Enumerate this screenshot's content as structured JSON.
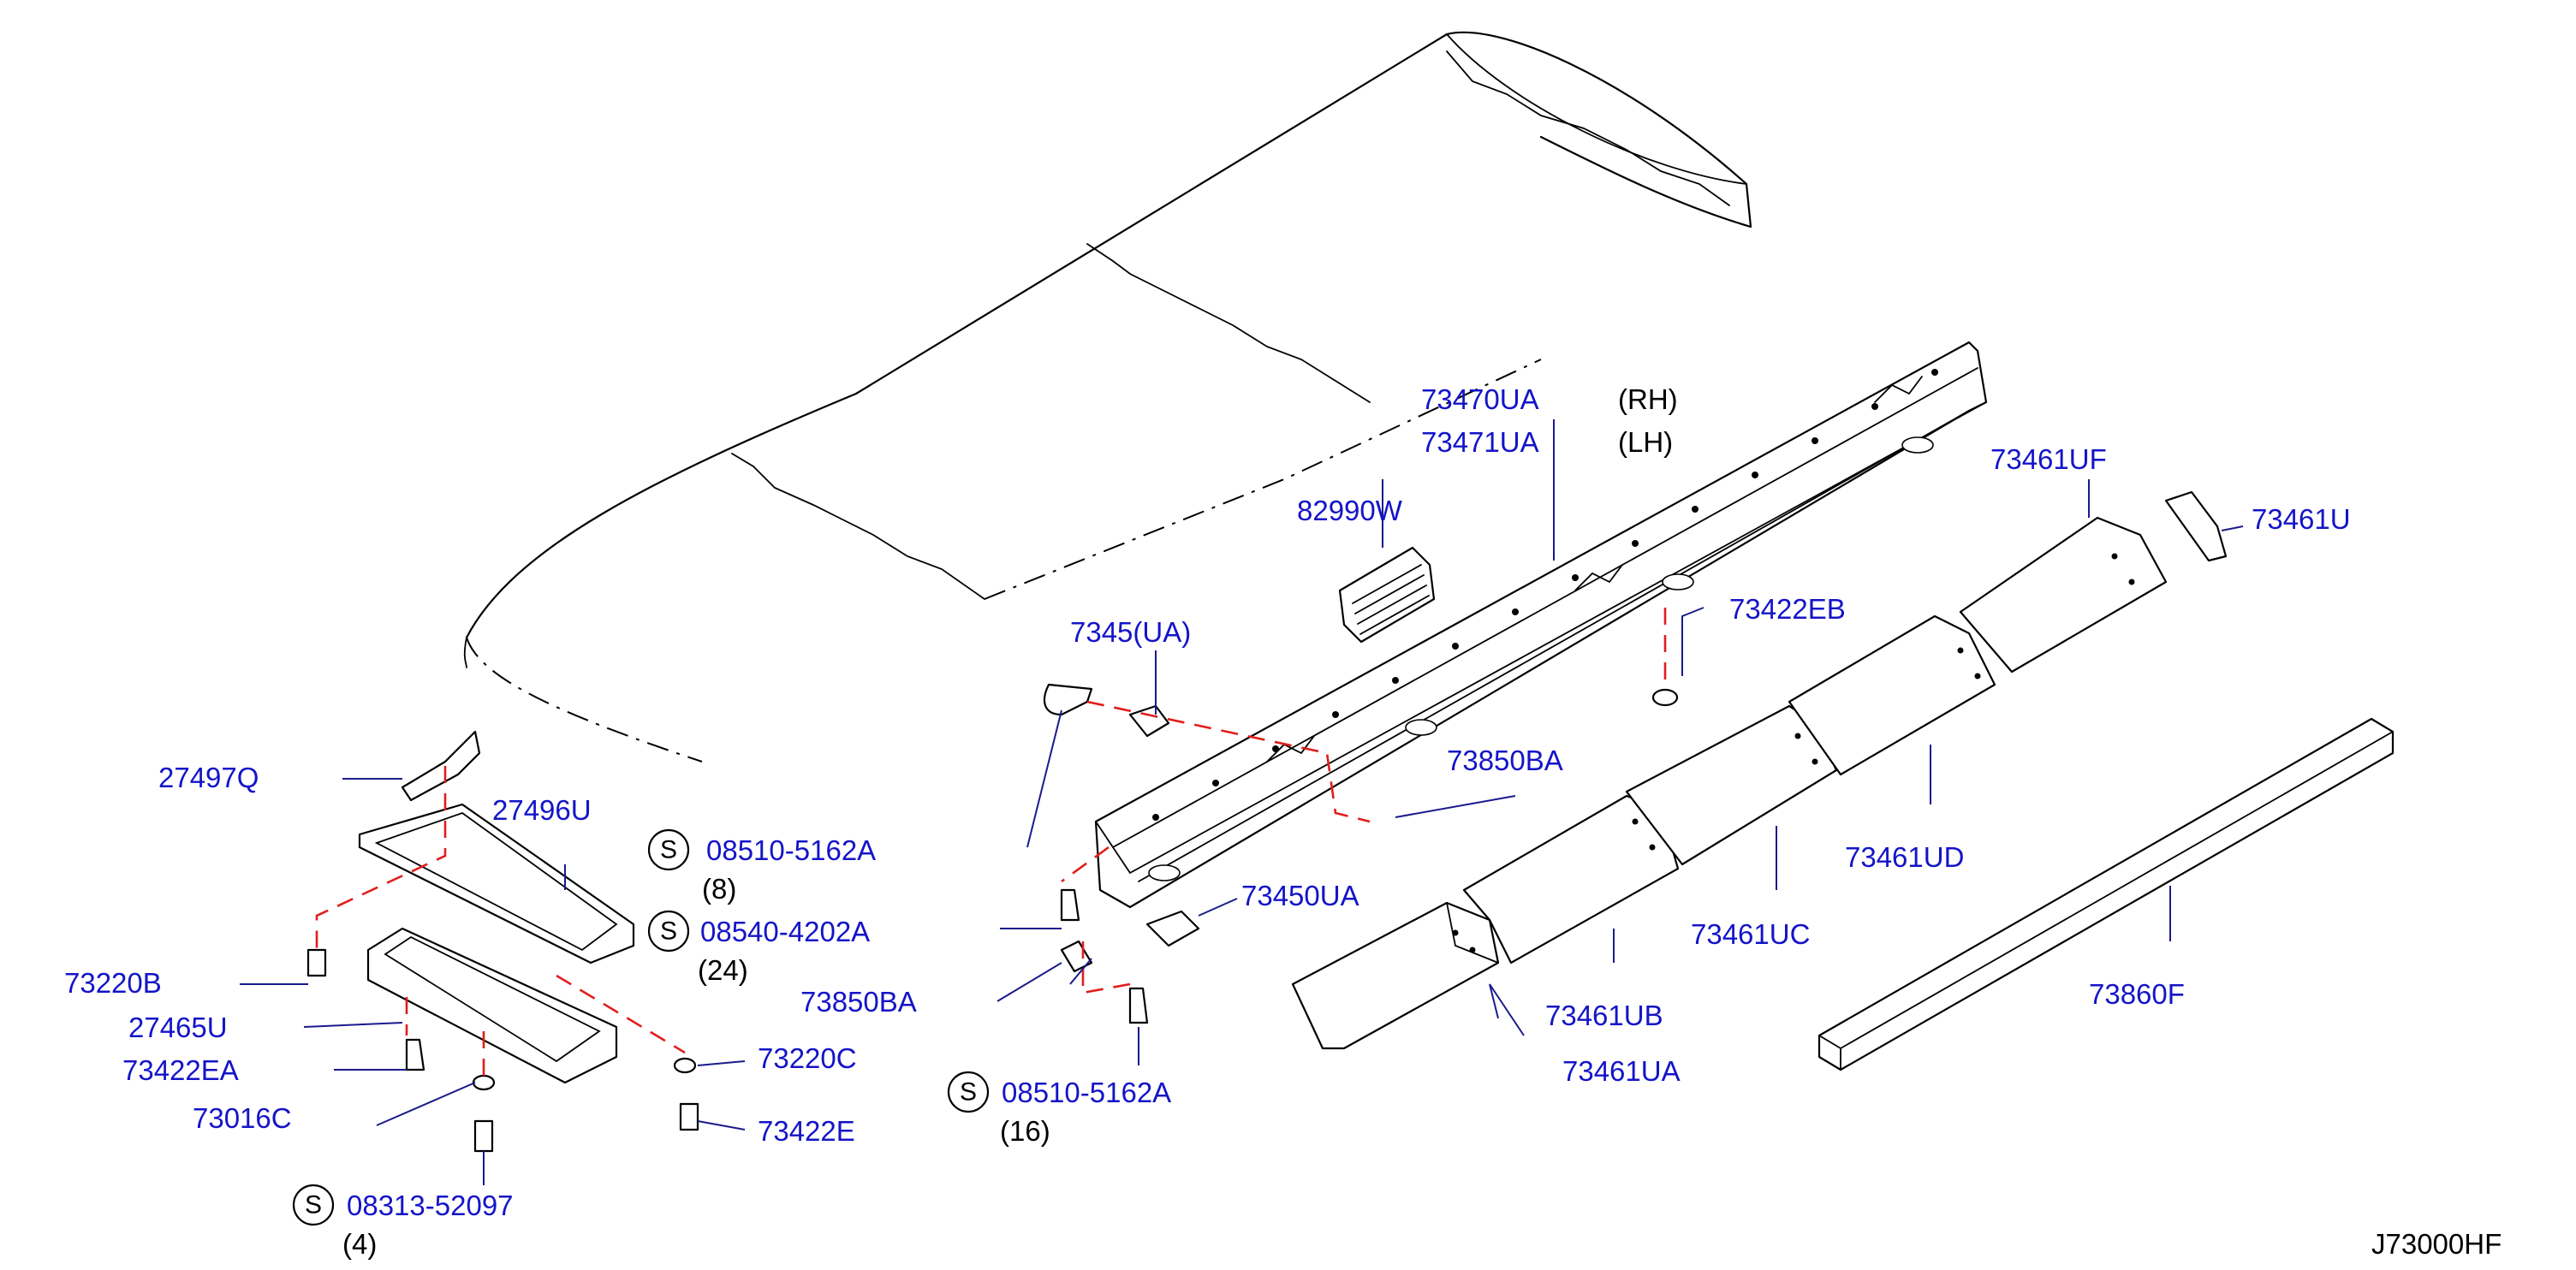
{
  "diagram_id": "J73000HF",
  "colors": {
    "label": "#1414c8",
    "leader": "#1a1a8c",
    "dashed_guide": "#e11d1d",
    "line": "#000000"
  },
  "labels": {
    "p73470UA": "73470UA",
    "p73470UA_side": "(RH)",
    "p73471UA": "73471UA",
    "p73471UA_side": "(LH)",
    "p82990W": "82990W",
    "p7345x": "7345(UA)",
    "p73422EB": "73422EB",
    "p73850BA_top": "73850BA",
    "p73850BA_bot": "73850BA",
    "p73450UA": "73450UA",
    "p73461UF": "73461UF",
    "p73461U": "73461U",
    "p73461UD": "73461UD",
    "p73461UC": "73461UC",
    "p73461UB": "73461UB",
    "p73461UA": "73461UA",
    "p73860F": "73860F",
    "p27497Q": "27497Q",
    "p27496U": "27496U",
    "p73220B": "73220B",
    "p27465U": "27465U",
    "p73422EA": "73422EA",
    "p73016C": "73016C",
    "p73220C": "73220C",
    "p73422E": "73422E"
  },
  "screws": [
    {
      "symbol": "S",
      "part": "08510-5162A",
      "qty": "(8)"
    },
    {
      "symbol": "S",
      "part": "08540-4202A",
      "qty": "(24)"
    },
    {
      "symbol": "S",
      "part": "08510-5162A",
      "qty": "(16)"
    },
    {
      "symbol": "S",
      "part": "08313-52097",
      "qty": "(4)"
    }
  ],
  "icons": [
    "roof-panel",
    "roof-rail-icon",
    "rail-cover-segment-icon",
    "vent-grille-icon",
    "clip-icon",
    "bolt-icon",
    "washer-icon",
    "nut-icon",
    "bracket-icon",
    "carrier-plate-icon",
    "foam-strip-icon"
  ]
}
